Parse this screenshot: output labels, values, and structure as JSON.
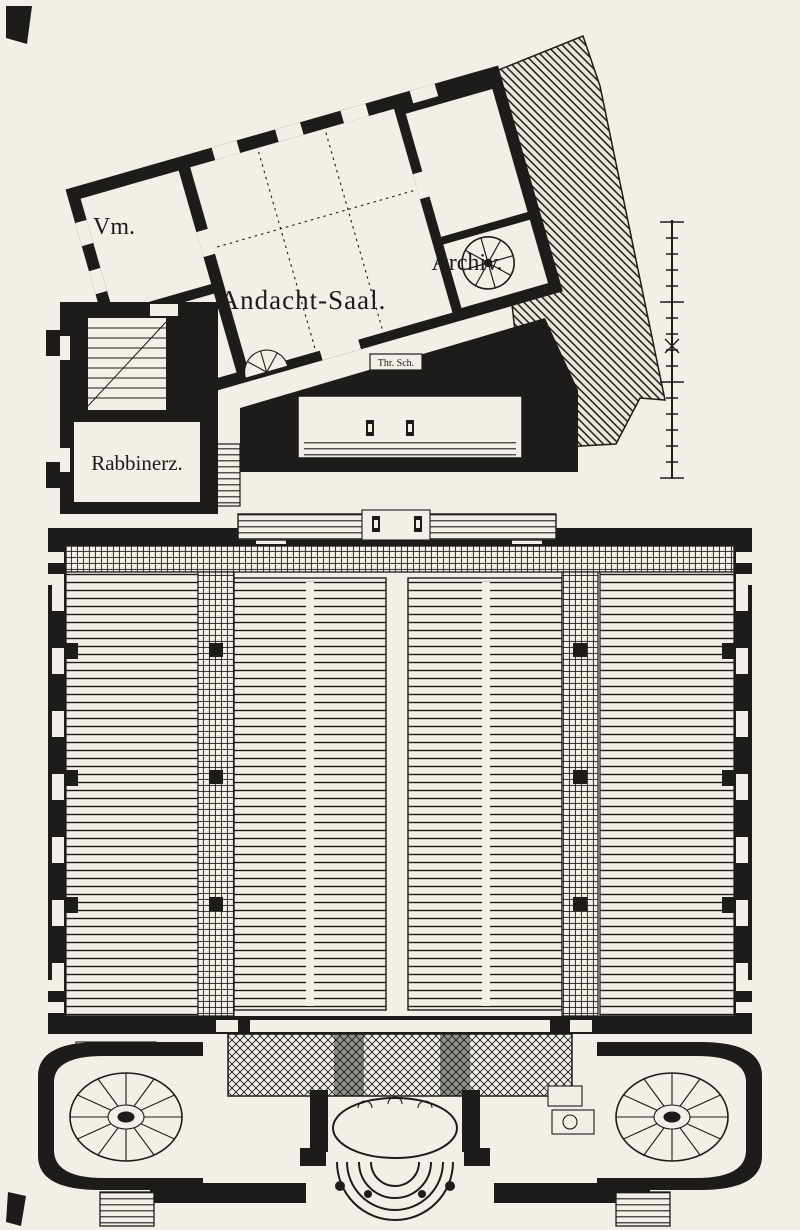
{
  "colors": {
    "paper": "#f2efe8",
    "ink": "#1d1c1a"
  },
  "plan": {
    "labels": {
      "vestibule": "Vm.",
      "prayer_hall": "Andacht-Saal.",
      "archive": "Archiv.",
      "rabbi_room": "Rabbinerz.",
      "torah_shrine": "Thr. Sch."
    }
  }
}
